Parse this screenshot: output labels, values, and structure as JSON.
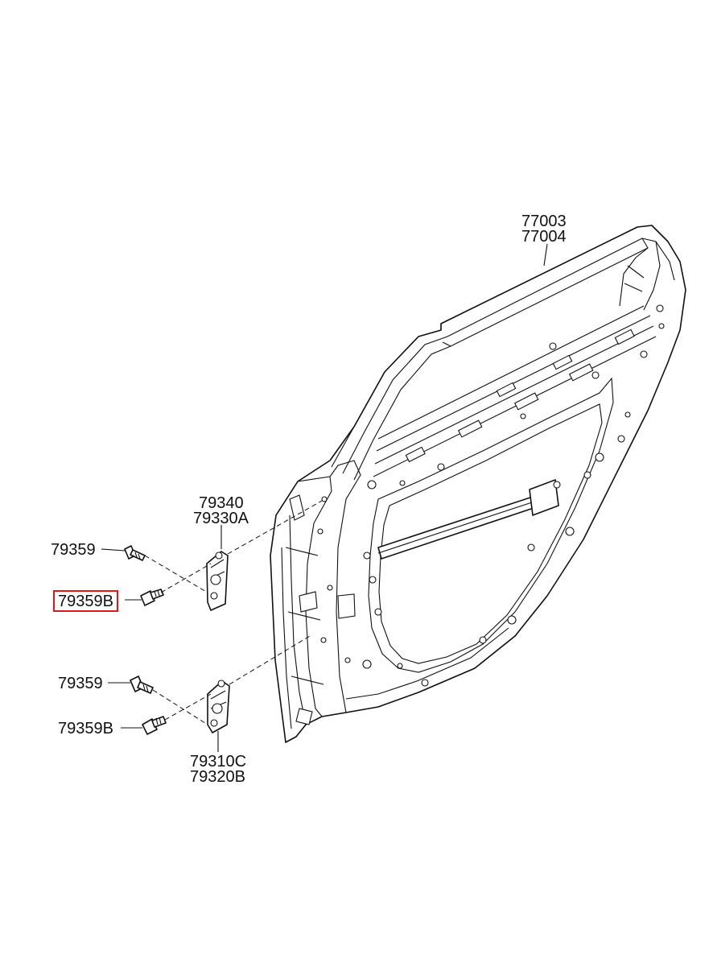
{
  "labels": {
    "door_panel": [
      "77003",
      "77004"
    ],
    "upper_hinge": [
      "79340",
      "79330A"
    ],
    "upper_bolt_a": "79359",
    "upper_bolt_b": "79359B",
    "lower_bolt_a": "79359",
    "lower_bolt_b": "79359B",
    "lower_hinge": [
      "79310C",
      "79320B"
    ]
  },
  "highlight": {
    "part": "79359B",
    "color": "#e01818"
  },
  "line_color": "#111111"
}
